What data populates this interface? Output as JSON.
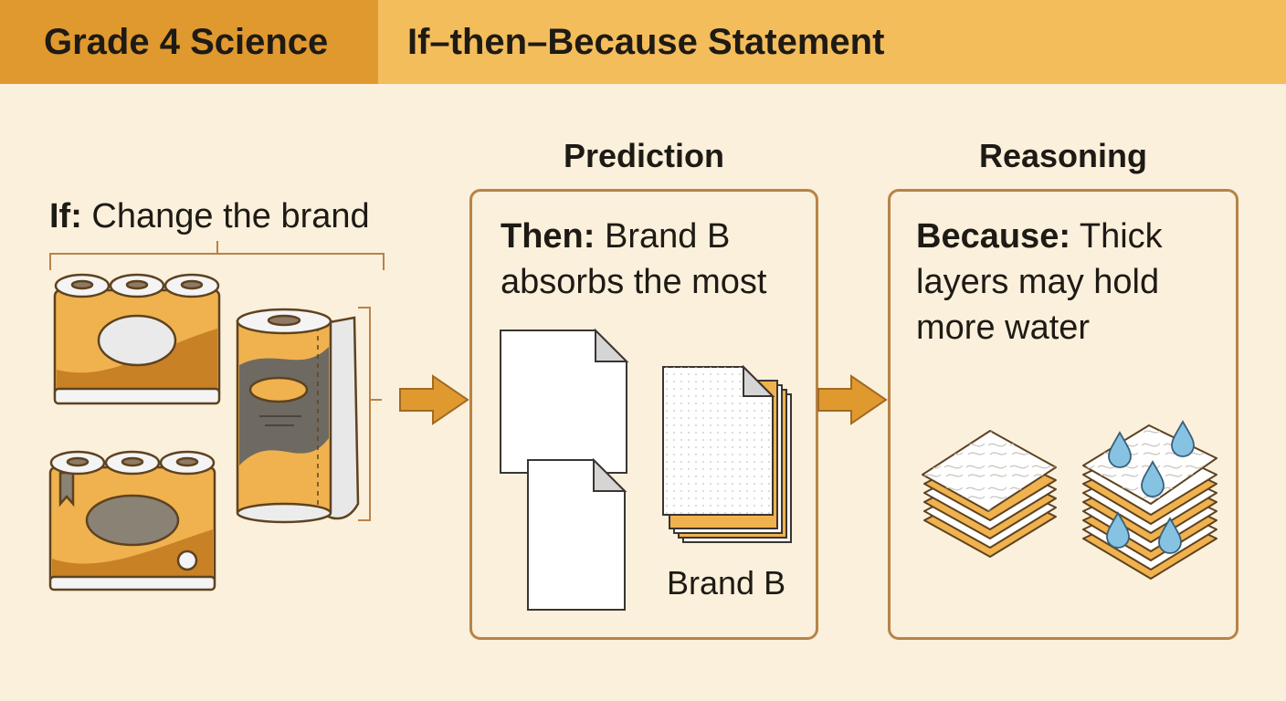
{
  "header": {
    "grade": "Grade 4 Science",
    "title": "If–then–Because Statement"
  },
  "if_section": {
    "keyword": "If:",
    "text": " Change the brand"
  },
  "prediction": {
    "heading": "Prediction",
    "keyword": "Then:",
    "text": " Brand B absorbs the most",
    "brand_label": "Brand B"
  },
  "reasoning": {
    "heading": "Reasoning",
    "keyword": "Because:",
    "text": " Thick layers may hold more water"
  },
  "colors": {
    "header_bar": "#f3bd5c",
    "header_accent": "#e0992f",
    "background": "#faf0dc",
    "panel_border": "#b88347",
    "arrow": "#e0992f",
    "water_drop": "#86c3e3"
  },
  "icons": [
    "paper-towel-pack-icon",
    "paper-towel-roll-icon",
    "arrow-right-icon",
    "paper-sheet-icon",
    "stacked-sheets-icon",
    "layered-towel-icon",
    "water-drop-icon"
  ]
}
